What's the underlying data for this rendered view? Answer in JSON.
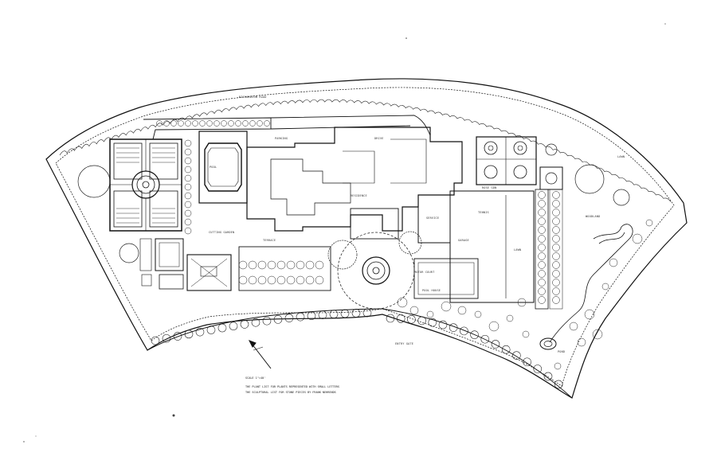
{
  "plan": {
    "road_label": "RICHARDSON ROAD",
    "scale_note": "SCALE 1\"=40'",
    "notes": [
      "THE PLANT LIST FOR PLANTS REPRESENTED WITH SMALL LETTERS",
      "THE SCULPTURAL LIST FOR STONE PIECES BY FRANK NEHRENDS"
    ],
    "area_labels": {
      "house": "RESIDENCE",
      "pool": "POOL",
      "lawn_east": "LAWN",
      "lawn_center": "LAWN",
      "motor_court": "MOTOR COURT",
      "service_court": "SERVICE",
      "garage": "GARAGE",
      "tennis": "TENNIS",
      "pool_house": "POOL HOUSE",
      "north_drive": "DRIVE",
      "parking": "PARKING",
      "terrace": "TERRACE",
      "cutting_garden": "CUTTING GARDEN",
      "rose_garden": "ROSE GDN",
      "woodland": "WOODLAND",
      "pond": "POND",
      "entry_gate": "ENTRY GATE"
    }
  },
  "colors": {
    "ink": "#111111",
    "ink_light": "#555555",
    "paper": "#ffffff"
  }
}
